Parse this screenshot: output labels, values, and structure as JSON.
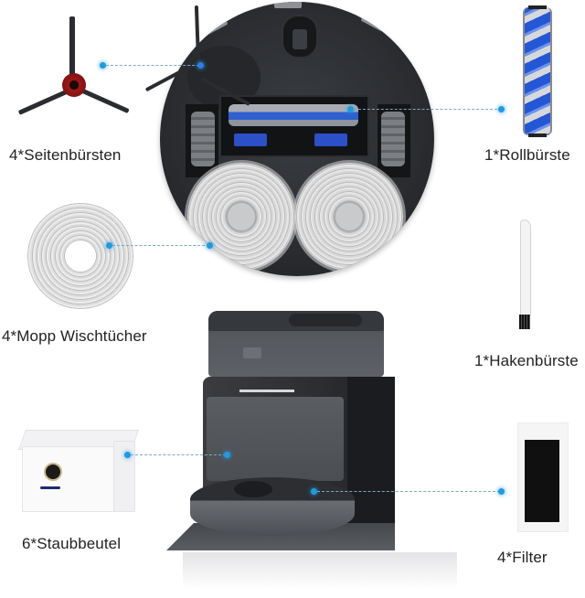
{
  "product_accessories": {
    "accent_color": "#1e9be0",
    "items": [
      {
        "key": "side_brush",
        "label": "4*Seitenbürsten",
        "quantity": 4,
        "name": "Seitenbürsten",
        "icon": "side-brush-icon"
      },
      {
        "key": "roller_brush",
        "label": "1*Rollbürste",
        "quantity": 1,
        "name": "Rollbürste",
        "icon": "roller-brush-icon"
      },
      {
        "key": "mop_pad",
        "label": "4*Mopp Wischtücher",
        "quantity": 4,
        "name": "Mopp Wischtücher",
        "icon": "mop-pad-icon"
      },
      {
        "key": "hook_brush",
        "label": "1*Hakenbürste",
        "quantity": 1,
        "name": "Hakenbürste",
        "icon": "hook-brush-icon"
      },
      {
        "key": "dust_bag",
        "label": "6*Staubbeutel",
        "quantity": 6,
        "name": "Staubbeutel",
        "icon": "dust-bag-icon"
      },
      {
        "key": "filter",
        "label": "4*Filter",
        "quantity": 4,
        "name": "Filter",
        "icon": "filter-icon"
      }
    ]
  }
}
